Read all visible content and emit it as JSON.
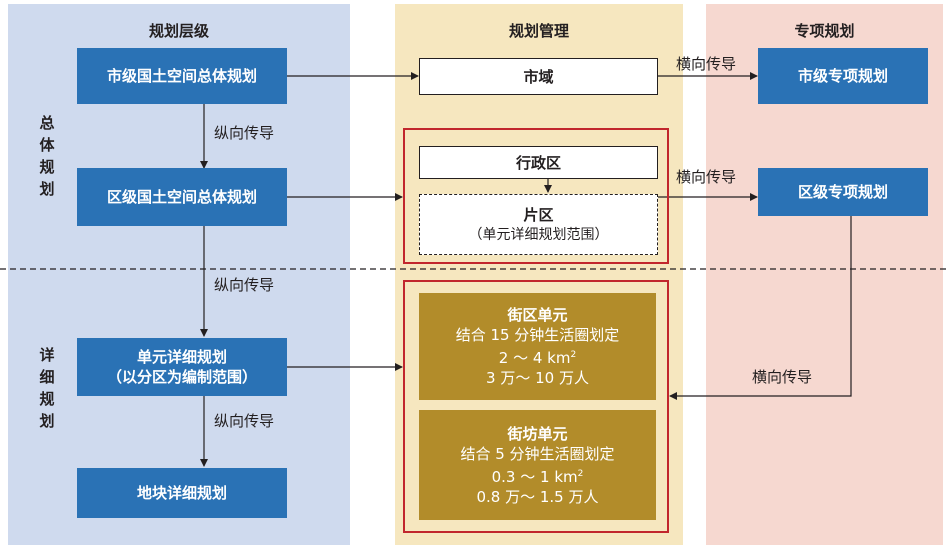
{
  "columns": {
    "left": "规划层级",
    "mid": "规划管理",
    "right": "专项规划"
  },
  "side_labels": {
    "overall": "总体规划",
    "detailed": "详细规划"
  },
  "left_boxes": {
    "city_master": "市级国土空间总体规划",
    "district_master": "区级国土空间总体规划",
    "unit_detail_title": "单元详细规划",
    "unit_detail_sub": "（以分区为编制范围）",
    "plot_detail": "地块详细规划"
  },
  "vertical_labels": {
    "v1": "纵向传导",
    "v2": "纵向传导",
    "v3": "纵向传导"
  },
  "horizontal_labels": {
    "h1": "横向传导",
    "h2": "横向传导",
    "h3": "横向传导"
  },
  "mid_boxes": {
    "city_area": "市域",
    "admin_district": "行政区",
    "zone_title": "片区",
    "zone_sub": "（单元详细规划范围）"
  },
  "gold_units": {
    "block": {
      "title": "街区单元",
      "line1": "结合 15 分钟生活圈划定",
      "area_prefix": "2 ～ 4 km",
      "area_sup": "2",
      "population": "3 万～ 10 万人"
    },
    "neighborhood": {
      "title": "街坊单元",
      "line1": "结合 5 分钟生活圈划定",
      "area_prefix": "0.3 ～ 1 km",
      "area_sup": "2",
      "population": "0.8 万～ 1.5 万人"
    }
  },
  "right_boxes": {
    "city_special": "市级专项规划",
    "district_special": "区级专项规划"
  },
  "colors": {
    "blue": "#2a72b5",
    "gold": "#b28c2a",
    "red_frame": "#c1272d",
    "left_bg": "#cfdaee",
    "mid_bg": "#f6e7bf",
    "right_bg": "#f6d8d0"
  }
}
